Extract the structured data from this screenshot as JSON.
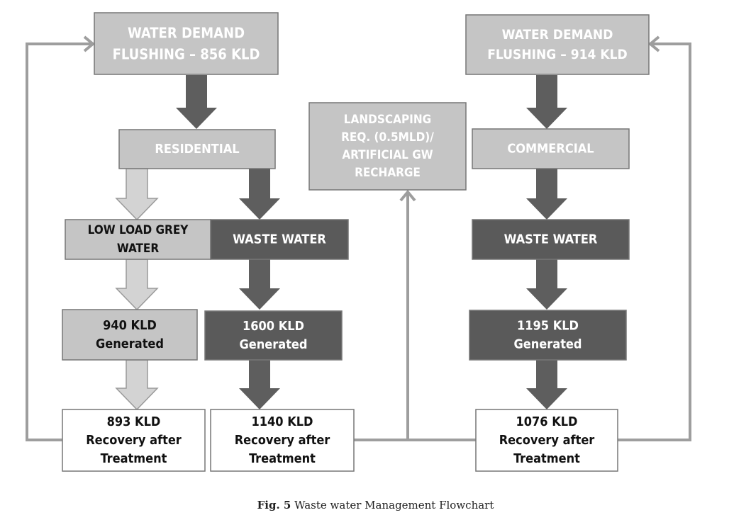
{
  "colors": {
    "box_light": "#c5c5c5",
    "box_dark": "#5a5a5a",
    "box_white": "#ffffff",
    "border": "#777777",
    "text_light": "#ffffff",
    "text_dark": "#111111",
    "arrow_dark": "#5e5e5e",
    "arrow_light": "#d3d3d3",
    "connector": "#9e9e9e"
  },
  "left": {
    "demand": [
      "WATER DEMAND",
      "FLUSHING – 856 KLD"
    ],
    "source": [
      "RESIDENTIAL"
    ],
    "grey": [
      "LOW LOAD GREY",
      "WATER"
    ],
    "waste": [
      "WASTE WATER"
    ],
    "grey_generated": [
      "940 KLD",
      "Generated"
    ],
    "waste_generated": [
      "1600 KLD",
      "Generated"
    ],
    "grey_recovery": [
      "893 KLD",
      "Recovery after",
      "Treatment"
    ],
    "waste_recovery": [
      "1140 KLD",
      "Recovery after",
      "Treatment"
    ]
  },
  "center": {
    "landscaping": [
      "LANDSCAPING",
      "REQ. (0.5MLD)/",
      "ARTIFICIAL GW",
      "RECHARGE"
    ]
  },
  "right": {
    "demand": [
      "WATER DEMAND",
      "FLUSHING – 914 KLD"
    ],
    "source": [
      "COMMERCIAL"
    ],
    "waste": [
      "WASTE WATER"
    ],
    "waste_generated": [
      "1195 KLD",
      "Generated"
    ],
    "waste_recovery": [
      "1076 KLD",
      "Recovery after",
      "Treatment"
    ]
  },
  "caption": {
    "label": "Fig. 5",
    "text": "Waste water Management Flowchart"
  }
}
